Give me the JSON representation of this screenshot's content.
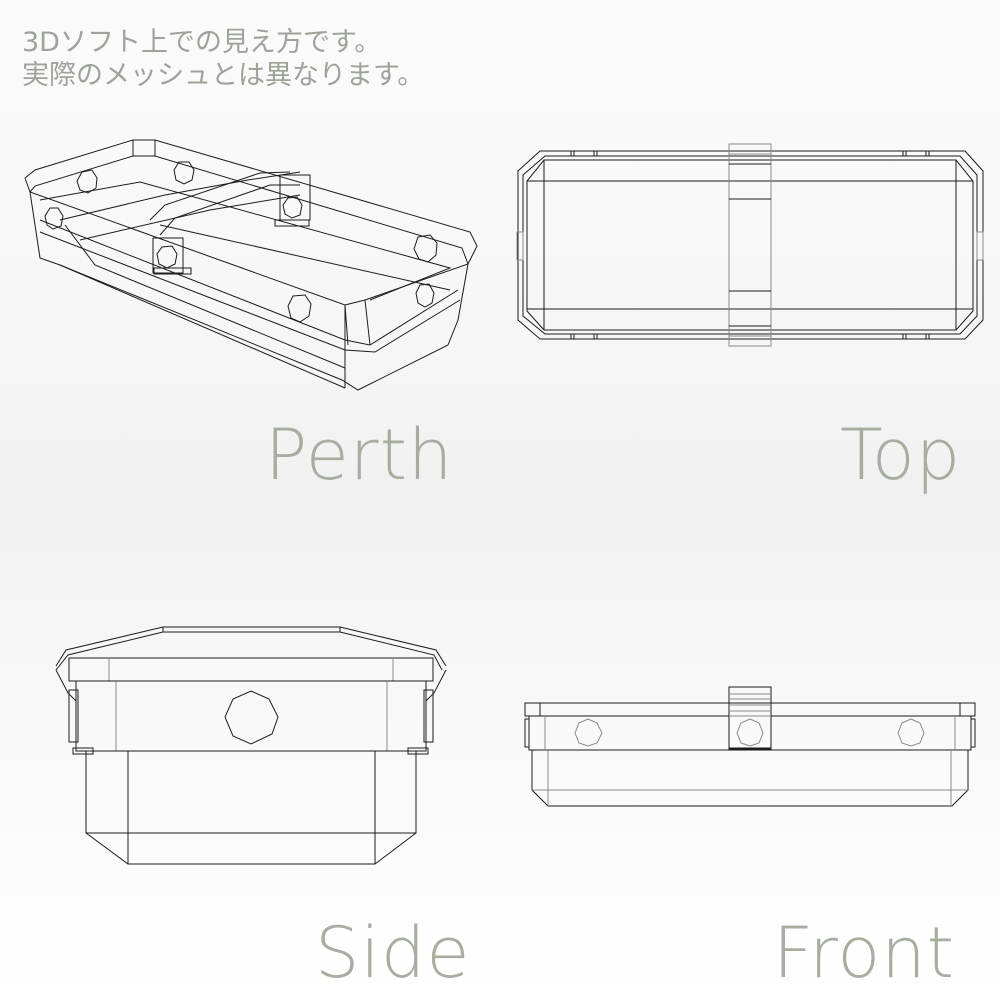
{
  "note": {
    "line1": "3Dソフト上での見え方です。",
    "line2": "実際のメッシュとは異なります。"
  },
  "views": [
    {
      "id": "perspective",
      "label": "Perth"
    },
    {
      "id": "top",
      "label": "Top"
    },
    {
      "id": "side",
      "label": "Side"
    },
    {
      "id": "front",
      "label": "Front"
    }
  ],
  "colors": {
    "text": "#9ea39a",
    "label": "#a7ad9f",
    "wire": "#1c1c1c",
    "background": "#f7f7f7"
  }
}
